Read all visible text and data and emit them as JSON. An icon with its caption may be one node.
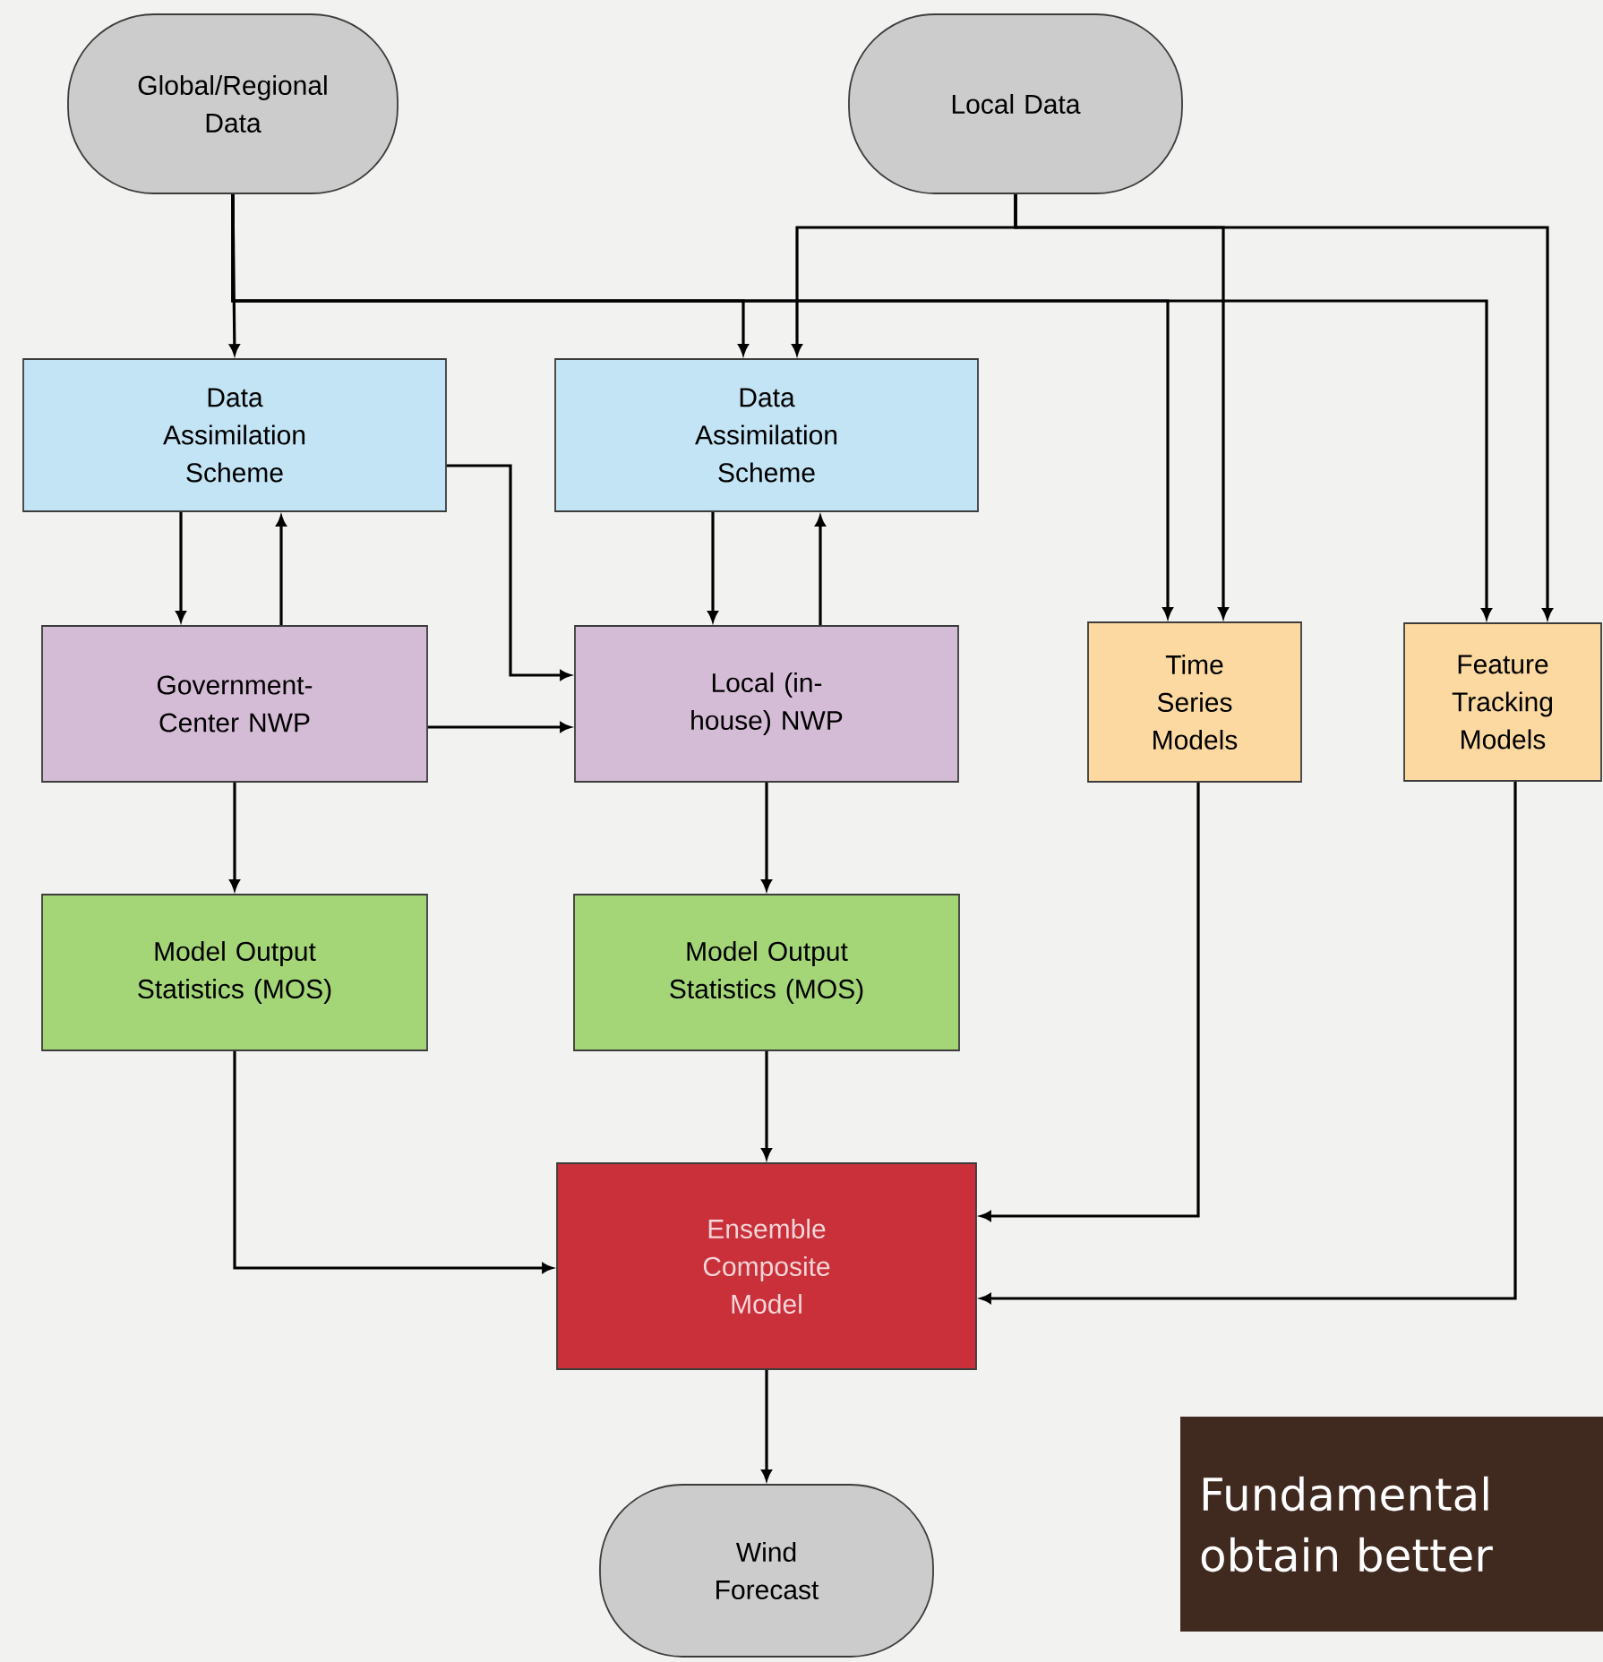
{
  "diagram": {
    "nodes": [
      {
        "text": [
          "Global/Regional Data"
        ]
      },
      {
        "text": [
          "Local Data"
        ]
      },
      {
        "text": [
          "Data Assimilation Scheme"
        ]
      },
      {
        "text": [
          "Data Assimilation Scheme"
        ]
      },
      {
        "text": [
          "Government-Center NWP"
        ]
      },
      {
        "text": [
          "Local (in-house) NWP"
        ]
      },
      {
        "text": [
          "Time Series Models"
        ]
      },
      {
        "text": [
          "Feature Tracking Models"
        ]
      },
      {
        "text": [
          "Model Output Statistics (MOS)"
        ]
      },
      {
        "text": [
          "Model Output Statistics (MOS)"
        ]
      },
      {
        "text": [
          "Ensemble Composite Model"
        ]
      },
      {
        "text": [
          "Wind Forecast"
        ]
      },
      {
        "text": [
          "Fundamental obtain better"
        ]
      }
    ],
    "edges": [
      {
        "from": 0,
        "to": 2,
        "arrow": "to"
      },
      {
        "from": 0,
        "to": 3,
        "arrow": "to"
      },
      {
        "from": 0,
        "to": 6,
        "arrow": "to"
      },
      {
        "from": 0,
        "to": 7,
        "arrow": "to"
      },
      {
        "from": 1,
        "to": 3,
        "arrow": "to"
      },
      {
        "from": 1,
        "to": 6,
        "arrow": "to"
      },
      {
        "from": 1,
        "to": 7,
        "arrow": "to"
      },
      {
        "from": 2,
        "to": 4,
        "arrow": "to"
      },
      {
        "from": 4,
        "to": 2,
        "arrow": "to"
      },
      {
        "from": 3,
        "to": 5,
        "arrow": "to"
      },
      {
        "from": 5,
        "to": 3,
        "arrow": "to"
      },
      {
        "from": 2,
        "to": 5,
        "arrow": "to"
      },
      {
        "from": 4,
        "to": 5,
        "arrow": "to"
      },
      {
        "from": 4,
        "to": 8,
        "arrow": "to"
      },
      {
        "from": 5,
        "to": 9,
        "arrow": "to"
      },
      {
        "from": 8,
        "to": 10,
        "arrow": "to"
      },
      {
        "from": 9,
        "to": 10,
        "arrow": "to"
      },
      {
        "from": 6,
        "to": 10,
        "arrow": "to"
      },
      {
        "from": 7,
        "to": 10,
        "arrow": "to"
      },
      {
        "from": 10,
        "to": 11,
        "arrow": "to"
      }
    ]
  }
}
